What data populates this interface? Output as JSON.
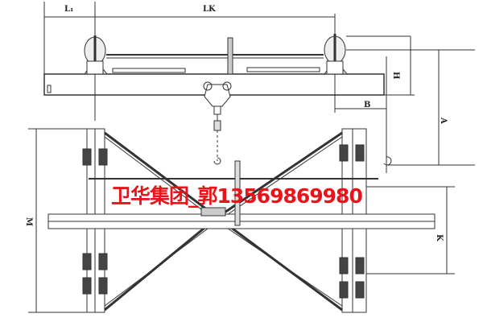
{
  "diagram": {
    "labels": {
      "l1": "L₁",
      "lk": "LK",
      "h": "H",
      "b": "B",
      "a": "A",
      "m": "M",
      "k": "K"
    },
    "watermark": "卫华集团_郭13569869980"
  },
  "colors": {
    "line": "#333333",
    "watermark": "#e8141a"
  }
}
